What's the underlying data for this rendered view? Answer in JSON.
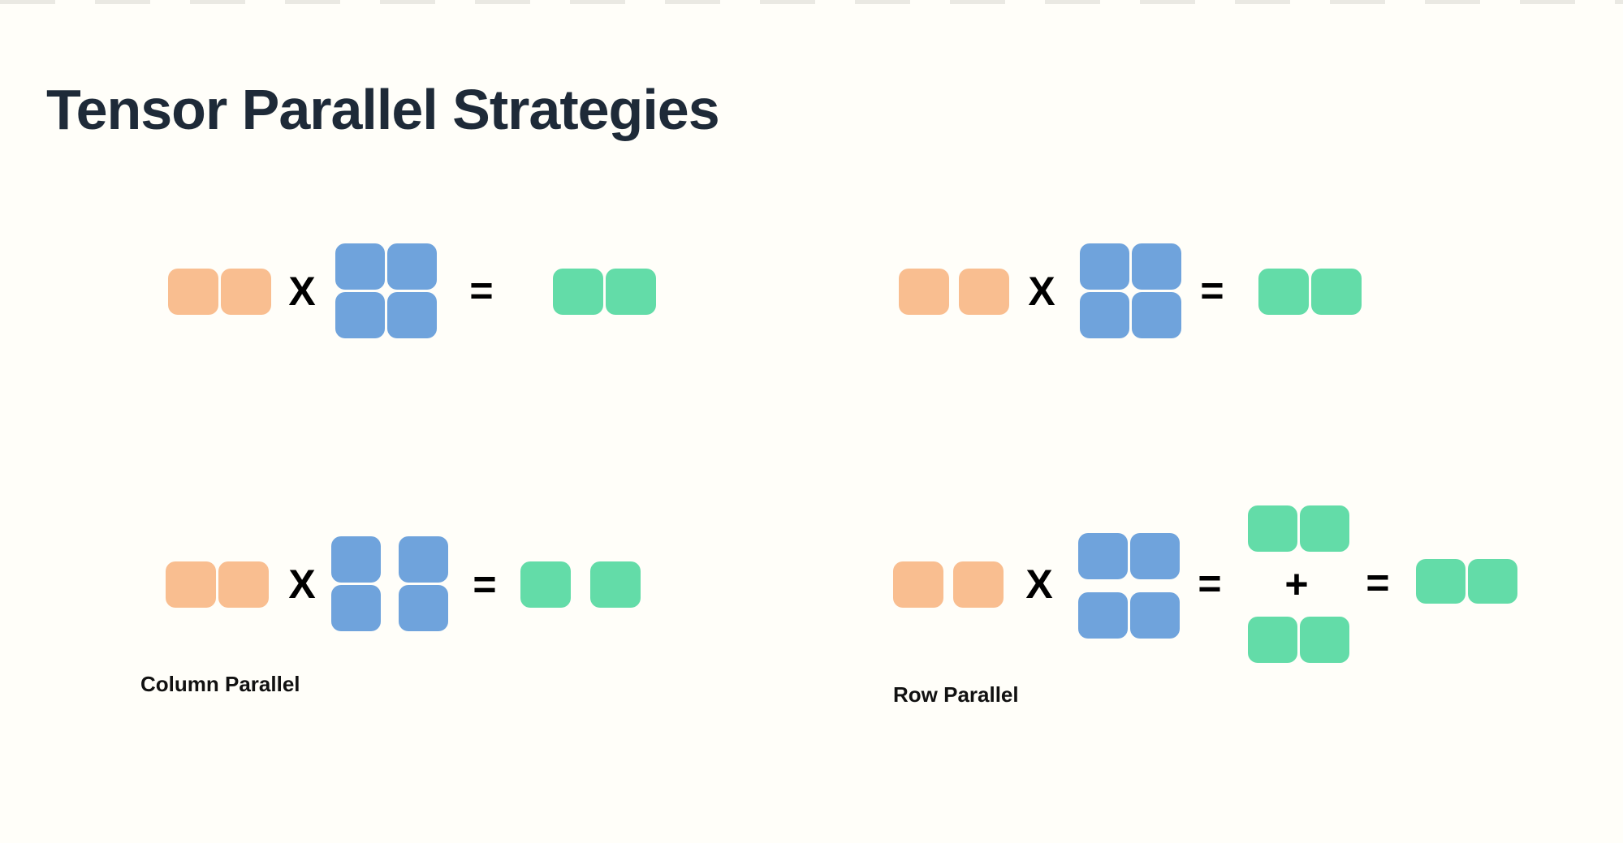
{
  "title": "Tensor Parallel Strategies",
  "symbols": {
    "multiply": "X",
    "equals": "=",
    "plus": "+"
  },
  "colors": {
    "background": "#fffef9",
    "top_dash": "#eae9e3",
    "title_text": "#1e2a38",
    "label_text": "#111111",
    "operator_text": "#000000",
    "input_orange": "#f9be90",
    "weight_blue": "#6fa3dc",
    "output_green": "#63dca8"
  },
  "diagrams": {
    "top_left": {
      "caption": "",
      "input_blocks": 2,
      "weight_grid": "2x2",
      "output_blocks": 2
    },
    "top_right": {
      "caption": "",
      "input_blocks": 2,
      "weight_grid": "2x2",
      "output_blocks": 2
    },
    "column_parallel": {
      "caption": "Column Parallel",
      "input_blocks": 2,
      "weight_grid": "2x2 split by columns",
      "output_blocks": 2
    },
    "row_parallel": {
      "caption": "Row Parallel",
      "input_blocks": 2,
      "weight_grid": "2x2 split by rows",
      "partial_output_blocks": 4,
      "output_blocks": 2
    }
  }
}
